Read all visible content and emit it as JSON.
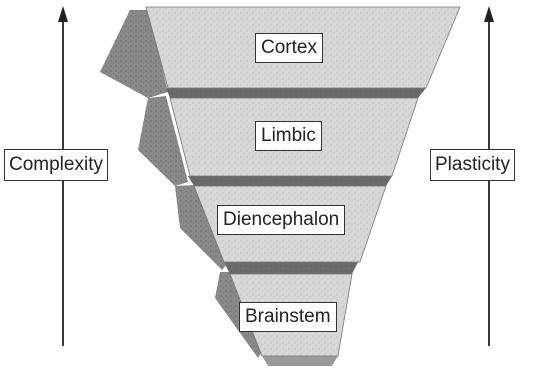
{
  "labels": {
    "left_axis": "Complexity",
    "right_axis": "Plasticity"
  },
  "tiers": [
    {
      "name": "Cortex"
    },
    {
      "name": "Limbic"
    },
    {
      "name": "Diencephalon"
    },
    {
      "name": "Brainstem"
    }
  ],
  "colors": {
    "ink": "#222222",
    "top_face": "#dcdcdc",
    "side_face": "#8c8c8c",
    "front_face": "#c4c4c4",
    "divider": "#6a6a6a"
  }
}
